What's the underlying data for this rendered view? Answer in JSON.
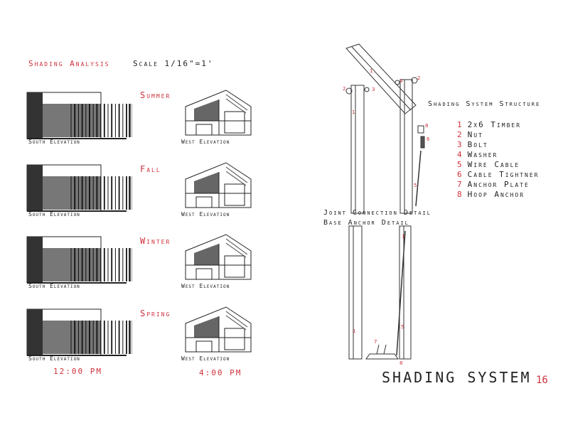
{
  "left": {
    "title": "Shading Analysis",
    "scale": "Scale 1/16\"=1'",
    "south_label": "South Elevation",
    "west_label": "West Elevation",
    "seasons": [
      "Summer",
      "Fall",
      "Winter",
      "Spring"
    ],
    "times": [
      "12:00 PM",
      "4:00 PM"
    ]
  },
  "right": {
    "structure_title": "Shading System Structure",
    "legend": [
      {
        "n": "1",
        "label": "2x6 Timber"
      },
      {
        "n": "2",
        "label": "Nut"
      },
      {
        "n": "3",
        "label": "Bolt"
      },
      {
        "n": "4",
        "label": "Washer"
      },
      {
        "n": "5",
        "label": "Wire Cable"
      },
      {
        "n": "6",
        "label": "Cable Tightner"
      },
      {
        "n": "7",
        "label": "Anchor Plate"
      },
      {
        "n": "8",
        "label": "Hoop Anchor"
      }
    ],
    "joint_detail": "Joint Connection Detail",
    "base_detail": "Base Anchor Detail",
    "page_title": "SHADING SYSTEM",
    "page_number": "16",
    "callouts": [
      "1",
      "2",
      "3",
      "4",
      "5",
      "6",
      "7",
      "8"
    ]
  },
  "colors": {
    "accent": "#d0303a",
    "ink": "#222222"
  }
}
